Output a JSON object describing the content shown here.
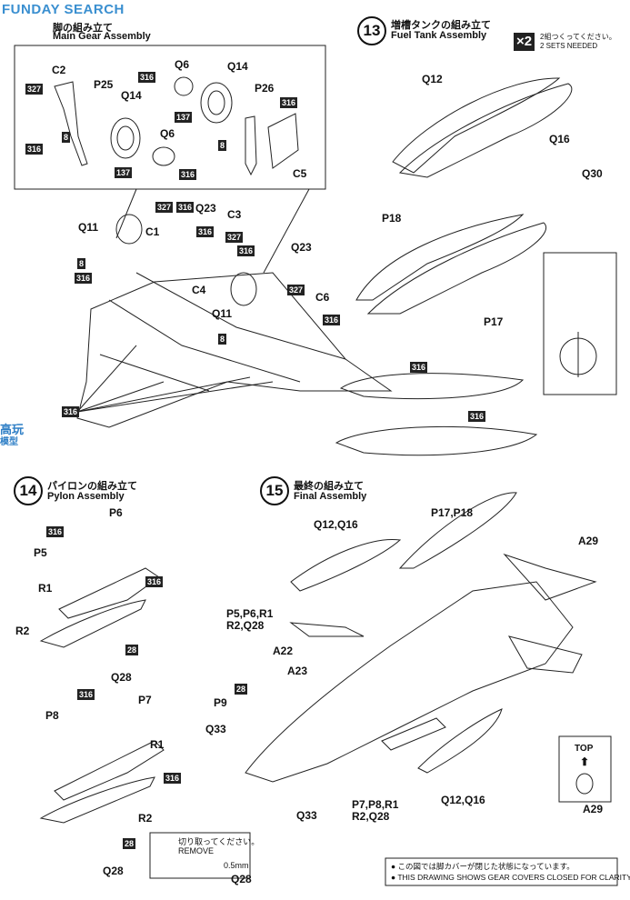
{
  "watermark": {
    "text": "FUNDAY SEARCH",
    "side_logo": "高玩",
    "side_sub": "模型"
  },
  "step12": {
    "jp": "脚の組み立て",
    "en": "Main Gear Assembly"
  },
  "step13": {
    "number": "13",
    "jp": "増槽タンクの組み立て",
    "en": "Fuel Tank Assembly",
    "sets_badge": "×2",
    "sets_jp": "2組つくってください。",
    "sets_en": "2 SETS NEEDED"
  },
  "step14": {
    "number": "14",
    "jp": "パイロンの組み立て",
    "en": "Pylon Assembly"
  },
  "step15": {
    "number": "15",
    "jp": "最終の組み立て",
    "en": "Final Assembly"
  },
  "codes": {
    "c316": "316",
    "c327": "327",
    "c137": "137",
    "c8": "8",
    "c28": "28"
  },
  "gear_labels": {
    "C2": "C2",
    "P25": "P25",
    "Q14a": "Q14",
    "Q6a": "Q6",
    "Q6b": "Q6",
    "Q14b": "Q14",
    "P26": "P26",
    "C5": "C5",
    "Q11a": "Q11",
    "C1": "C1",
    "Q23a": "Q23",
    "C3": "C3",
    "Q23b": "Q23",
    "C4": "C4",
    "Q11b": "Q11",
    "C6": "C6"
  },
  "tank_labels": {
    "Q12": "Q12",
    "Q16": "Q16",
    "Q30": "Q30",
    "P18": "P18",
    "P17": "P17"
  },
  "pylon_labels": {
    "P6": "P6",
    "P5": "P5",
    "R1a": "R1",
    "R2a": "R2",
    "Q28a": "Q28",
    "P7": "P7",
    "P8": "P8",
    "R1b": "R1",
    "R2b": "R2",
    "Q28b": "Q28"
  },
  "final_labels": {
    "P17P18": "P17,P18",
    "Q12Q16a": "Q12,Q16",
    "A29a": "A29",
    "group1a": "P5,P6,R1",
    "group1b": "R2,Q28",
    "A22": "A22",
    "A23": "A23",
    "P9": "P9",
    "Q33a": "Q33",
    "Q33b": "Q33",
    "group2a": "P7,P8,R1",
    "group2b": "R2,Q28",
    "Q12Q16b": "Q12,Q16",
    "top": "TOP",
    "A29b": "A29"
  },
  "cut_note": {
    "jp": "切り取ってください。",
    "en": "REMOVE",
    "dim": "0.5mm",
    "part": "Q28"
  },
  "footer_notes": {
    "jp": "● この図では脚カバーが閉じた状態になっています。",
    "en": "● THIS DRAWING SHOWS GEAR COVERS CLOSED FOR CLARITY."
  }
}
